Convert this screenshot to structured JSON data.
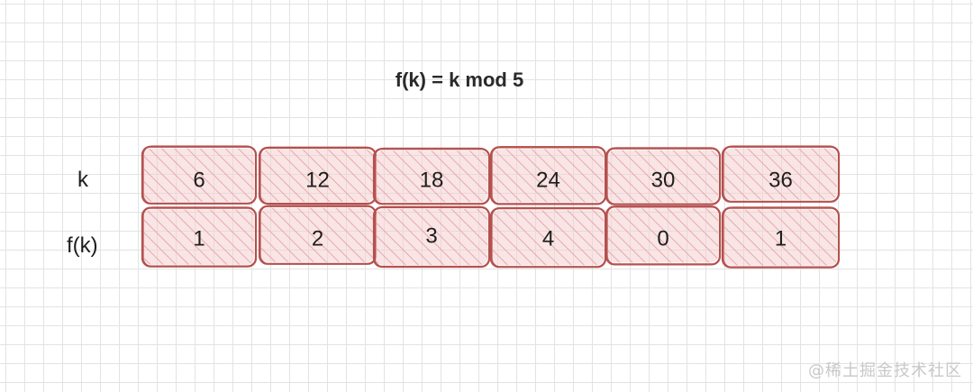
{
  "title": "f(k) = k mod 5",
  "row_labels": {
    "k": "k",
    "fk": "f(k)"
  },
  "keys": [
    "6",
    "12",
    "18",
    "24",
    "30",
    "36"
  ],
  "hashes": [
    "1",
    "2",
    "3",
    "4",
    "0",
    "1"
  ],
  "colors": {
    "cell_fill": "#f4cfd0",
    "cell_stroke": "#b5514f",
    "hatch": "#e59a9c",
    "grid": "#e3e3e3"
  },
  "watermark": "@稀土掘金技术社区"
}
